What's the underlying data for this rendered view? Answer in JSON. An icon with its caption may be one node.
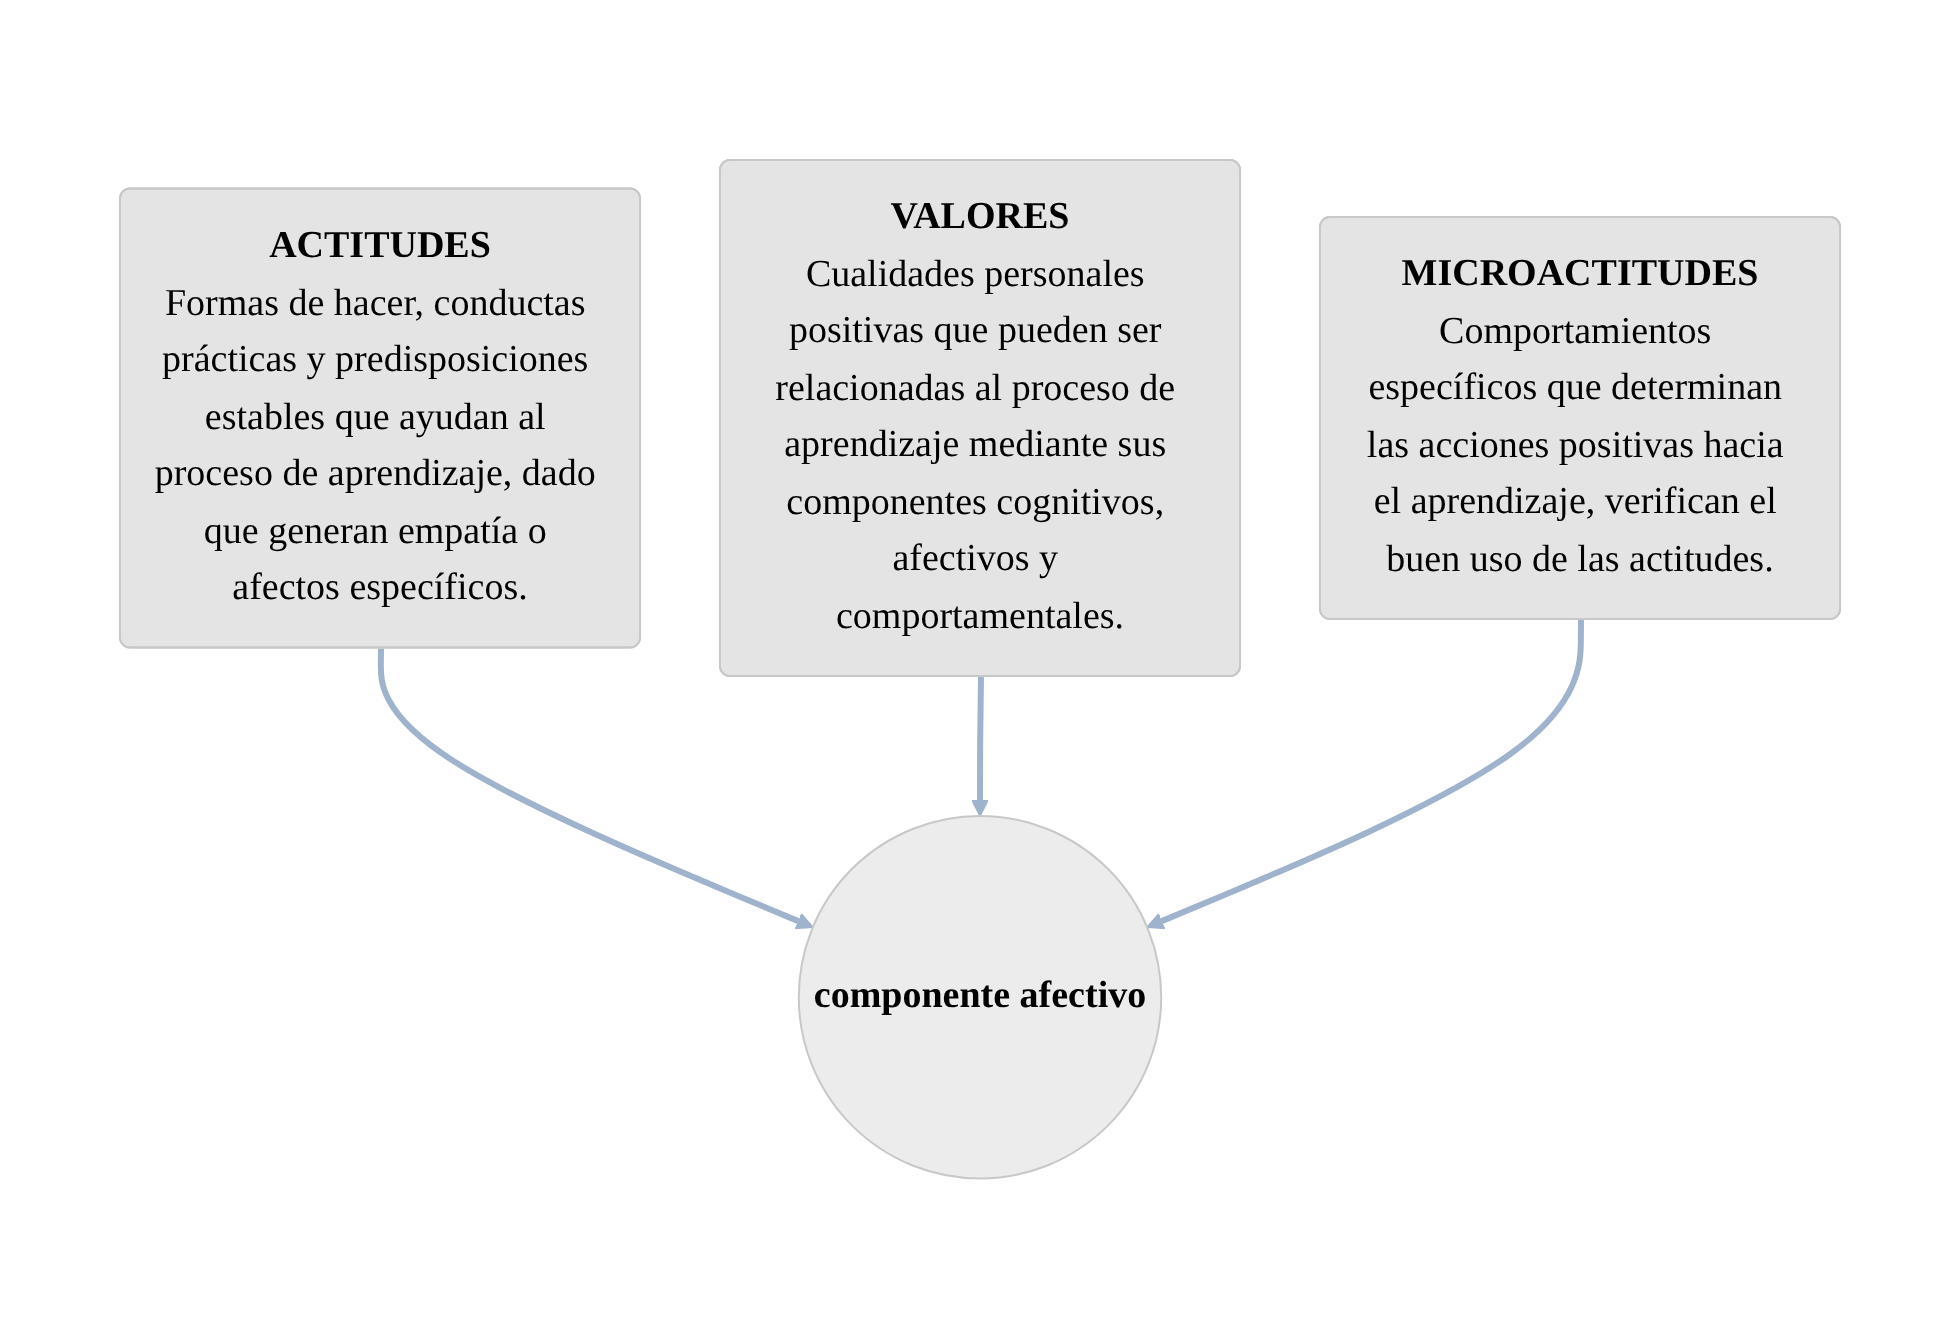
{
  "diagram": {
    "nodes": [
      {
        "text": [
          "ACTITUDES",
          "Formas de hacer, conductas prácticas y predisposiciones estables que ayudan al proceso de aprendizaje, dado que generan empatía o afectos específicos."
        ]
      },
      {
        "text": [
          "VALORES",
          "Cualidades personales positivas que pueden ser relacionadas al proceso de aprendizaje mediante sus componentes cognitivos, afectivos y comportamentales."
        ]
      },
      {
        "text": [
          "MICROACTITUDES",
          "Comportamientos específicos que determinan las acciones positivas hacia el aprendizaje, verifican el buen uso de las actitudes."
        ]
      },
      {
        "text": [
          "componente afectivo"
        ]
      }
    ],
    "edges": [
      {
        "from": 0,
        "to": 3,
        "arrow": "to"
      },
      {
        "from": 1,
        "to": 3,
        "arrow": "to"
      },
      {
        "from": 2,
        "to": 3,
        "arrow": "to"
      }
    ]
  }
}
